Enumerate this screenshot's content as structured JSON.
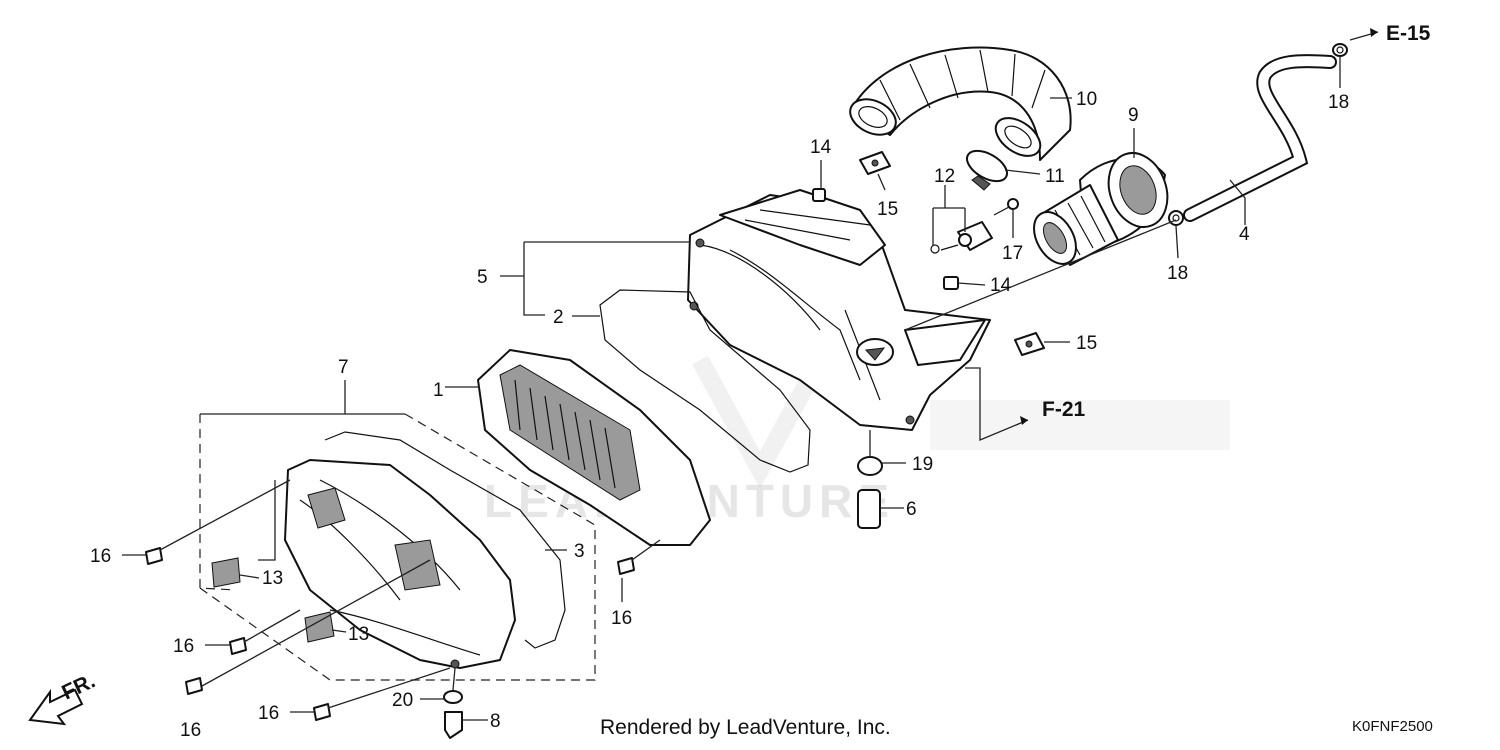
{
  "diagram": {
    "callouts": [
      {
        "id": "c1",
        "text": "1"
      },
      {
        "id": "c2",
        "text": "2"
      },
      {
        "id": "c3",
        "text": "3"
      },
      {
        "id": "c4",
        "text": "4"
      },
      {
        "id": "c5",
        "text": "5"
      },
      {
        "id": "c6",
        "text": "6"
      },
      {
        "id": "c7",
        "text": "7"
      },
      {
        "id": "c8",
        "text": "8"
      },
      {
        "id": "c9",
        "text": "9"
      },
      {
        "id": "c10",
        "text": "10"
      },
      {
        "id": "c11",
        "text": "11"
      },
      {
        "id": "c12",
        "text": "12"
      },
      {
        "id": "c13a",
        "text": "13"
      },
      {
        "id": "c13b",
        "text": "13"
      },
      {
        "id": "c14a",
        "text": "14"
      },
      {
        "id": "c14b",
        "text": "14"
      },
      {
        "id": "c15a",
        "text": "15"
      },
      {
        "id": "c15b",
        "text": "15"
      },
      {
        "id": "c16a",
        "text": "16"
      },
      {
        "id": "c16b",
        "text": "16"
      },
      {
        "id": "c16c",
        "text": "16"
      },
      {
        "id": "c16d",
        "text": "16"
      },
      {
        "id": "c16e",
        "text": "16"
      },
      {
        "id": "c17",
        "text": "17"
      },
      {
        "id": "c18a",
        "text": "18"
      },
      {
        "id": "c18b",
        "text": "18"
      },
      {
        "id": "c19",
        "text": "19"
      },
      {
        "id": "c20",
        "text": "20"
      }
    ],
    "refs": {
      "e15": "E-15",
      "f21": "F-21",
      "front": "FR."
    },
    "watermark": "LEADVENTURE",
    "credit": "Rendered by LeadVenture, Inc.",
    "diagram_code": "K0FNF2500"
  }
}
